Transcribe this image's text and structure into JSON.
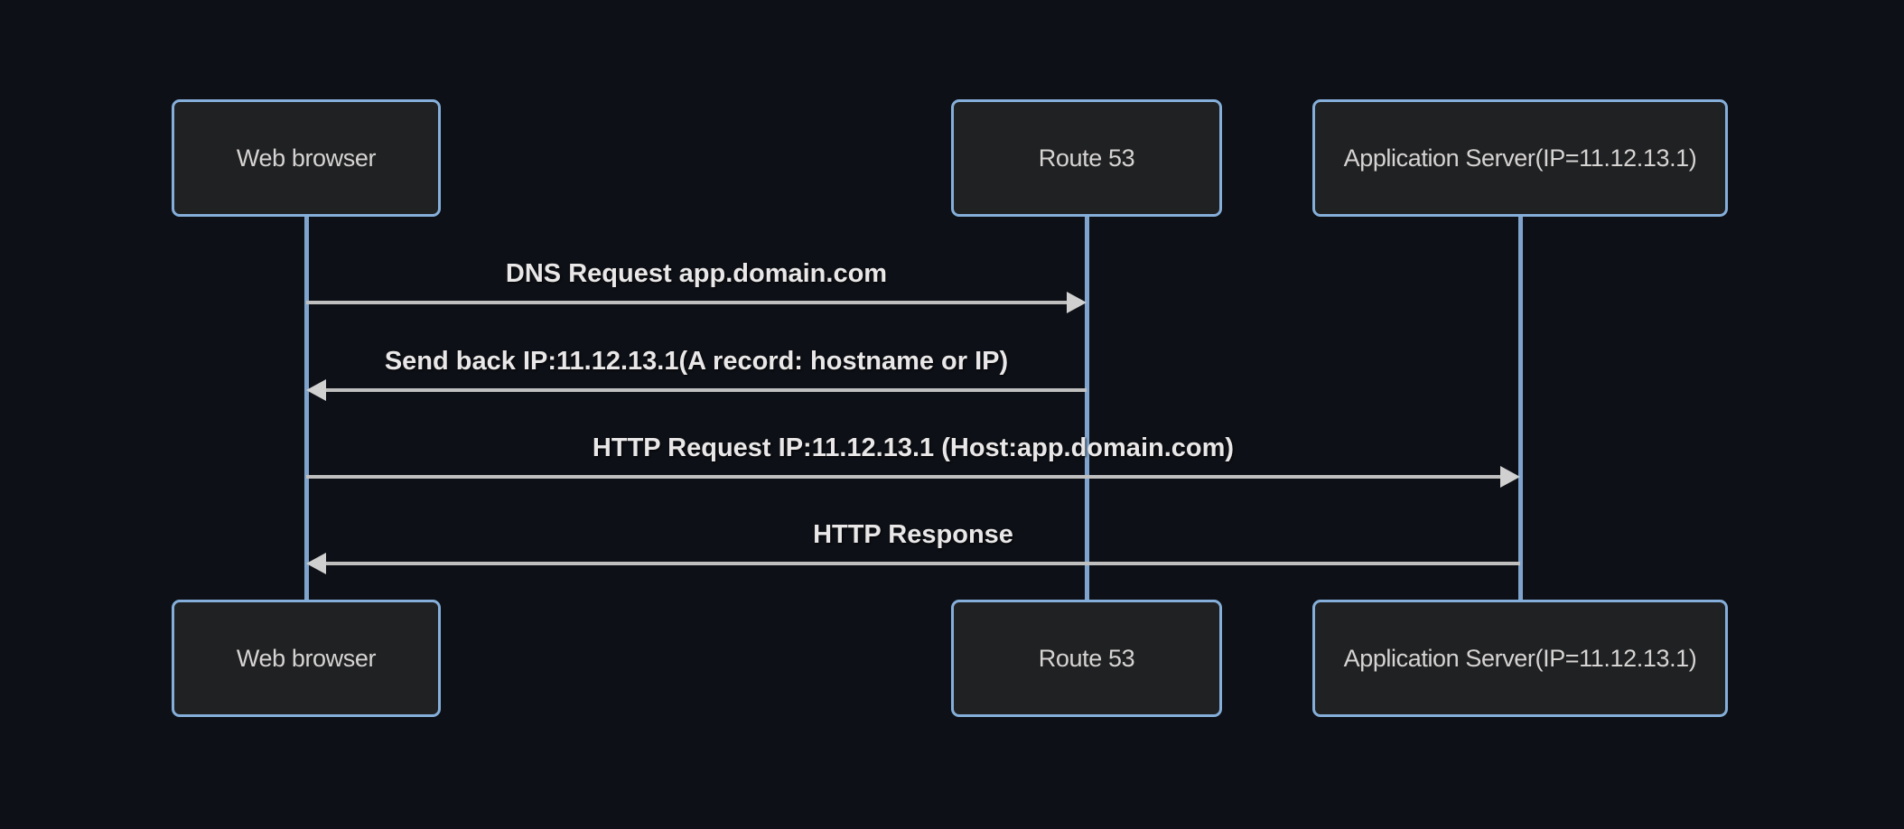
{
  "diagram": {
    "type": "sequence-diagram",
    "participants": [
      {
        "label": "Web browser"
      },
      {
        "label": "Route 53"
      },
      {
        "label": "Application Server(IP=11.12.13.1)"
      }
    ],
    "messages": [
      {
        "from": "Web browser",
        "to": "Route 53",
        "label": "DNS Request app.domain.com",
        "direction": "right",
        "line_style": "solid"
      },
      {
        "from": "Route 53",
        "to": "Web browser",
        "label": "Send back IP:11.12.13.1(A record: hostname or IP)",
        "direction": "left",
        "line_style": "solid"
      },
      {
        "from": "Web browser",
        "to": "Application Server(IP=11.12.13.1)",
        "label": "HTTP Request IP:11.12.13.1 (Host:app.domain.com)",
        "direction": "right",
        "line_style": "solid"
      },
      {
        "from": "Application Server(IP=11.12.13.1)",
        "to": "Web browser",
        "label": "HTTP Response",
        "direction": "left",
        "line_style": "solid"
      }
    ],
    "colors": {
      "background": "#0d1016",
      "actor_fill": "#202122",
      "actor_border": "#85afda",
      "actor_text": "#d6d3d3",
      "lifeline": "#7fa3cc",
      "message_line": "#bfbfbf",
      "arrowhead": "#d0d0d0",
      "message_text": "#e9e7e7"
    }
  }
}
